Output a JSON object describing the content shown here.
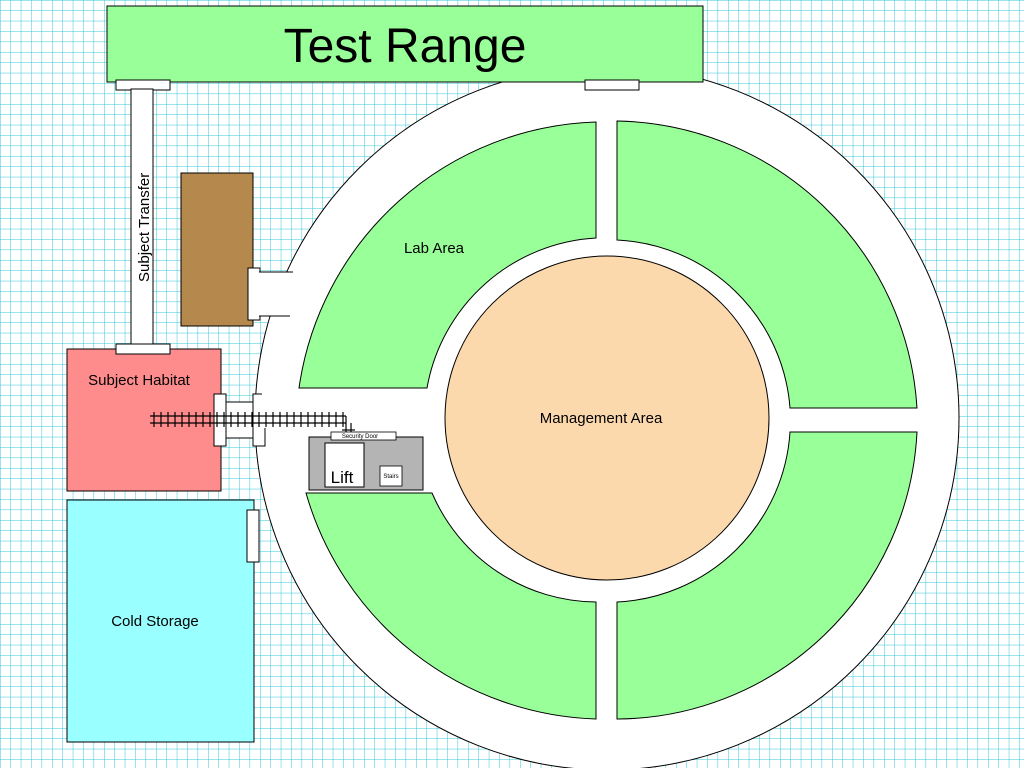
{
  "title": "Test Range",
  "labels": {
    "subject_transfer": "Subject Transfer",
    "subject_habitat": "Subject Habitat",
    "cold_storage": "Cold Storage",
    "lab_area": "Lab Area",
    "management_area": "Management Area",
    "lift": "Lift",
    "stairs": "Stairs",
    "security_door": "Security Door"
  },
  "colors": {
    "grid_line": "#34c8dc",
    "background": "#ffffff",
    "test_range": "#99ff99",
    "lab_area": "#99ff99",
    "management_area": "#fcd9ad",
    "subject_habitat": "#ff8c8c",
    "cold_storage": "#99ffff",
    "storage_room": "#b5884e",
    "lift_room": "#b4b4b4",
    "corridor": "#ffffff"
  }
}
